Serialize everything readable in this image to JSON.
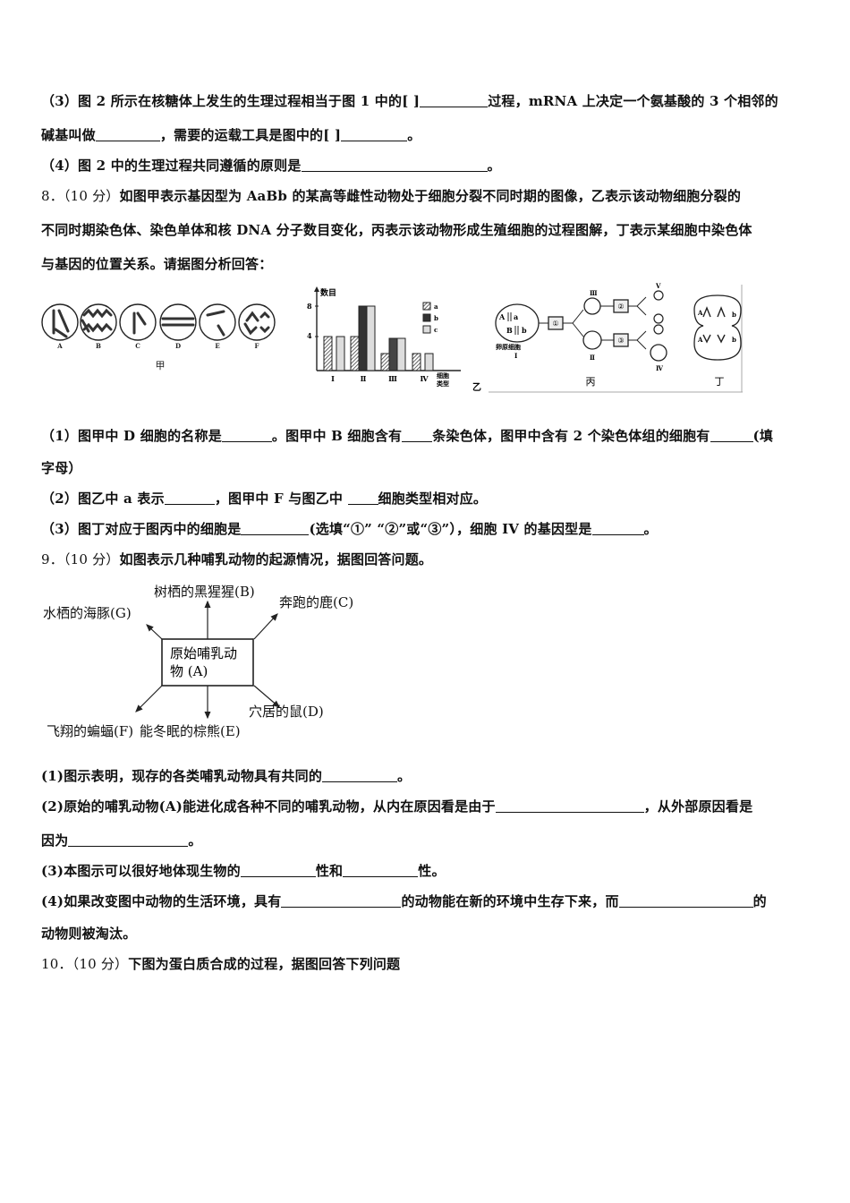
{
  "q7": {
    "sub3_line1_a": "（3）图 2 所示在核糖体上发生的生理过程相当于图 1 中的[  ]",
    "sub3_line1_b": "过程，mRNA 上决定一个氨基酸的 3 个相邻的",
    "sub3_line2_a": "碱基叫做",
    "sub3_line2_b": "，需要的运载工具是图中的[   ]",
    "sub3_line2_c": "。",
    "sub4_a": "（4）图 2 中的生理过程共同遵循的原则是",
    "sub4_b": "。"
  },
  "q8": {
    "number": "8．（10 分）",
    "stem_line1": "如图甲表示基因型为 AaBb 的某高等雌性动物处于细胞分裂不同时期的图像，乙表示该动物细胞分裂的",
    "stem_line2": "不同时期染色体、染色单体和核 DNA 分子数目变化，丙表示该动物形成生殖细胞的过程图解，丁表示某细胞中染色体",
    "stem_line3": "与基因的位置关系。请据图分析回答：",
    "figure_jia": {
      "caption": "甲",
      "cells": [
        "A",
        "B",
        "C",
        "D",
        "E",
        "F"
      ]
    },
    "figure_yi": {
      "caption": "乙",
      "ylabel": "数目",
      "xlabel": "细胞类型",
      "yticks": [
        "4",
        "8"
      ],
      "legend": [
        "a",
        "b",
        "c"
      ]
    },
    "figure_bing": {
      "caption": "丙",
      "start_cell_label": "卵原细胞",
      "start_cell_numeral": "Ⅰ",
      "genes_left": [
        "A",
        "B"
      ],
      "genes_right": [
        "a",
        "b"
      ],
      "steps": [
        "①",
        "②",
        "③"
      ],
      "numerals": [
        "Ⅱ",
        "Ⅲ",
        "Ⅳ",
        "Ⅴ"
      ]
    },
    "figure_ding": {
      "caption": "丁",
      "genes": [
        "A",
        "b",
        "A",
        "b"
      ]
    },
    "sub1_a": "（1）图甲中 D 细胞的名称是",
    "sub1_b": "。图甲中 B 细胞含有",
    "sub1_c": "条染色体，图甲中含有 2 个染色体组的细胞有",
    "sub1_d": "(填",
    "sub1_line2": "字母）",
    "sub2_a": "（2）图乙中 a 表示",
    "sub2_b": "，图甲中 F 与图乙中 ",
    "sub2_c": "细胞类型相对应。",
    "sub3_a": "（3）图丁对应于图丙中的细胞是",
    "sub3_b": "(选填“①” “②”或“③”），细胞 IV 的基因型是",
    "sub3_c": "。"
  },
  "q9": {
    "number": "9．（10 分）",
    "stem": "如图表示几种哺乳动物的起源情况，据图回答问题。",
    "diagram": {
      "center_line1": "原始哺乳动",
      "center_line2": "物 (A)",
      "branches": {
        "B": "树栖的黑猩猩(B)",
        "C": "奔跑的鹿(C)",
        "G": "水栖的海豚(G)",
        "D": "穴居的鼠(D)",
        "E": "能冬眠的棕熊(E)",
        "F": "飞翔的蝙蝠(F)"
      }
    },
    "sub1_a": "(1)图示表明，现存的各类哺乳动物具有共同的",
    "sub1_b": "。",
    "sub2_a": "(2)原始的哺乳动物(A)能进化成各种不同的哺乳动物，从内在原因看是由于",
    "sub2_b": "，从外部原因看是",
    "sub2_line2_a": "因为",
    "sub2_line2_b": "。",
    "sub3_a": "(3)本图示可以很好地体现生物的",
    "sub3_b": "性和",
    "sub3_c": "性。",
    "sub4_a": "(4)如果改变图中动物的生活环境，具有",
    "sub4_b": "的动物能在新的环境中生存下来，而",
    "sub4_c": "的",
    "sub4_line2": "动物则被淘汰。"
  },
  "q10": {
    "number": "10．（10 分）",
    "stem": "下图为蛋白质合成的过程，据图回答下列问题"
  },
  "chart_data": {
    "type": "bar",
    "title": "乙",
    "categories": [
      "Ⅰ",
      "Ⅱ",
      "Ⅲ",
      "Ⅳ"
    ],
    "series": [
      {
        "name": "a",
        "values": [
          4,
          4,
          2,
          2
        ]
      },
      {
        "name": "b",
        "values": [
          0,
          8,
          4,
          0
        ]
      },
      {
        "name": "c",
        "values": [
          4,
          8,
          4,
          2
        ]
      }
    ],
    "xlabel": "细胞类型",
    "ylabel": "数目",
    "ylim": [
      0,
      9
    ]
  }
}
